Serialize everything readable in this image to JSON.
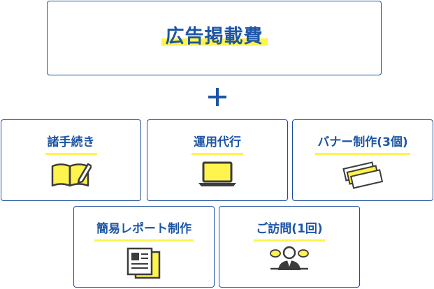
{
  "title": "広告掲載費",
  "services": [
    {
      "label": "諸手続き",
      "icon": "book-pencil-icon"
    },
    {
      "label": "運用代行",
      "icon": "laptop-icon"
    },
    {
      "label": "バナー制作(3個)",
      "icon": "banners-icon"
    },
    {
      "label": "簡易レポート制作",
      "icon": "report-icon"
    },
    {
      "label": "ご訪問(1回)",
      "icon": "visit-icon"
    }
  ],
  "colors": {
    "primary": "#1d55a6",
    "highlight": "#fff34d",
    "dark": "#3c3c3c"
  }
}
